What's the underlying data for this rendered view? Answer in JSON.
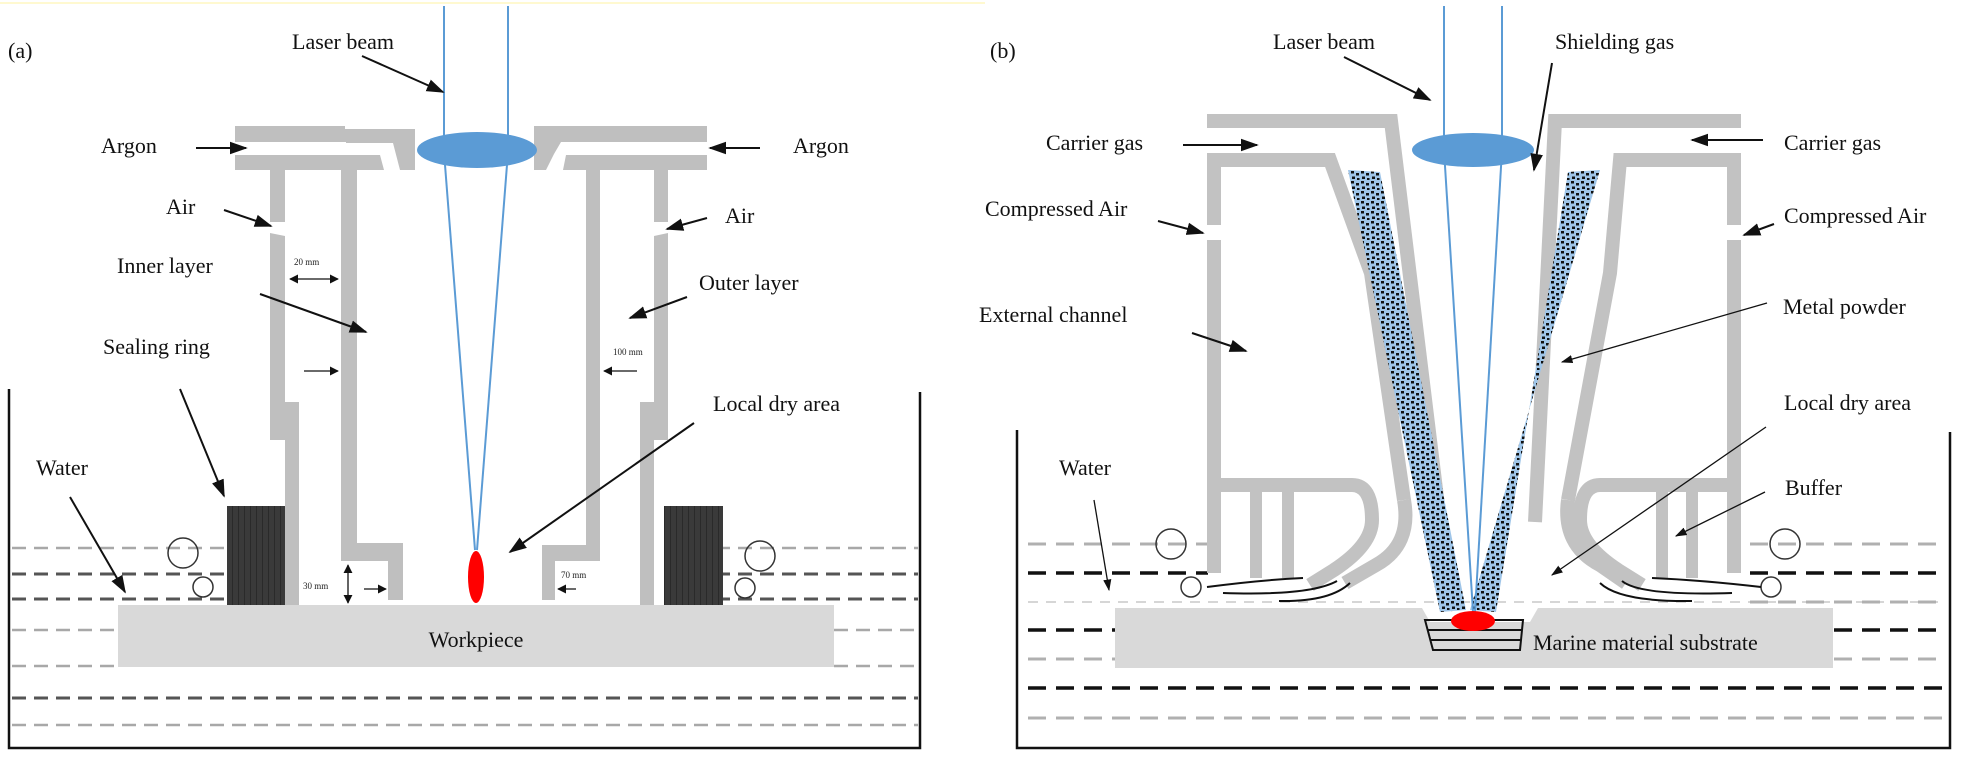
{
  "figure": {
    "panel_a": {
      "tag": "(a)",
      "labels": {
        "laser_beam": "Laser beam",
        "argon_left": "Argon",
        "argon_right": "Argon",
        "air_left": "Air",
        "air_right": "Air",
        "inner_layer": "Inner layer",
        "outer_layer": "Outer layer",
        "sealing_ring": "Sealing ring",
        "local_dry_area": "Local dry area",
        "water": "Water",
        "workpiece": "Workpiece"
      },
      "dimensions": {
        "gap_inner": "20 mm",
        "gap_outer": "100 mm",
        "height_bottom": "30 mm",
        "gap_bottom": "70 mm"
      }
    },
    "panel_b": {
      "tag": "(b)",
      "labels": {
        "laser_beam": "Laser beam",
        "shielding_gas": "Shielding gas",
        "carrier_gas_left": "Carrier gas",
        "carrier_gas_right": "Carrier gas",
        "compressed_air_left": "Compressed Air",
        "compressed_air_right": "Compressed Air",
        "external_channel": "External channel",
        "metal_powder": "Metal powder",
        "local_dry_area": "Local dry area",
        "water": "Water",
        "buffer": "Buffer",
        "substrate": "Marine material substrate"
      }
    },
    "colors": {
      "laser": "#5b9bd5",
      "lens": "#5b9bd5",
      "melt_pool": "#ff0000",
      "nozzle_wall": "#bfbfbf",
      "sealing_ring": "#3a3a3a",
      "workpiece": "#d9d9d9",
      "powder_bg": "#9fc5e8"
    }
  }
}
